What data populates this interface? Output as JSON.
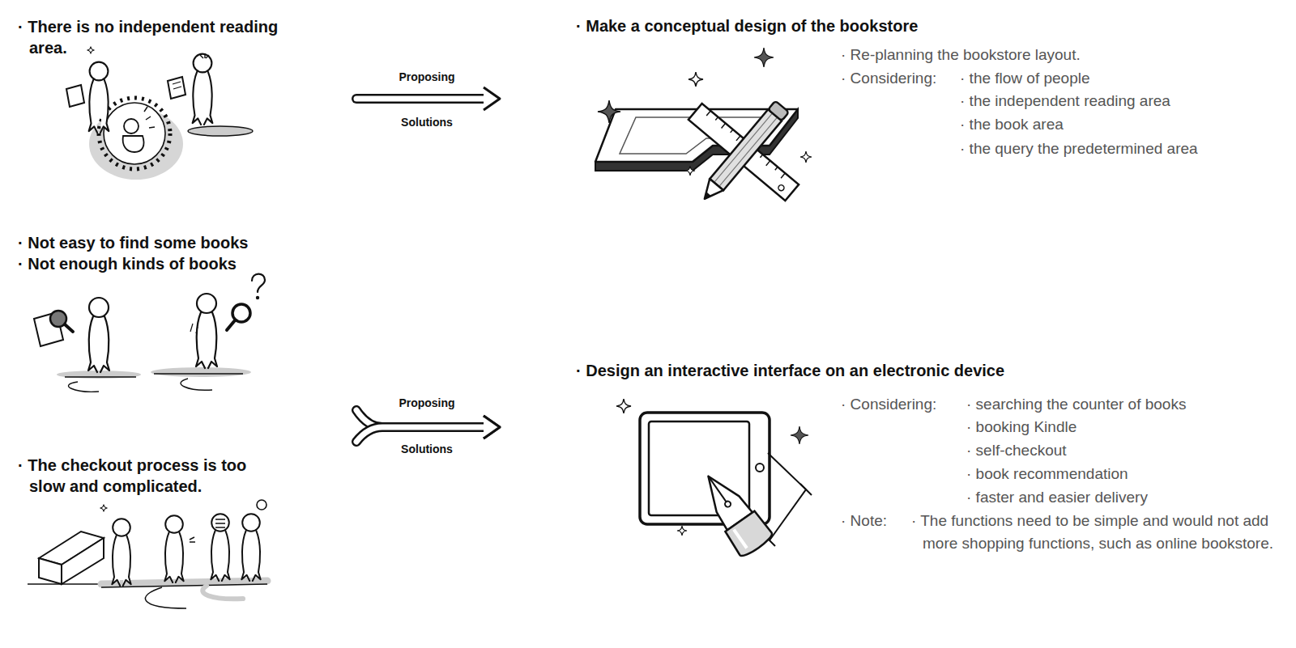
{
  "diagram": {
    "nodes": [
      {
        "text": [
          "· There is no independent reading area."
        ]
      },
      {
        "text": [
          "· Not easy to find some books",
          "· Not enough kinds of books"
        ]
      },
      {
        "text": [
          "· The checkout process is too slow and complicated."
        ]
      },
      {
        "text": [
          "· Make a conceptual design of the bookstore",
          "· Re-planning the bookstore layout.",
          "· Considering:",
          "· the flow of people",
          "· the independent reading area",
          "· the book area",
          "· the query the predetermined area"
        ]
      },
      {
        "text": [
          "· Design an interactive interface on an electronic device",
          "· Considering:",
          "· searching the counter of books",
          "· booking Kindle",
          "· self-checkout",
          "· book recommendation",
          "· faster and easier delivery",
          "· Note:",
          "· The functions need to be simple and would not add more shopping functions, such as online bookstore."
        ]
      }
    ],
    "edges": [
      {
        "from": 0,
        "to": 3,
        "arrow": "to"
      },
      {
        "from": 1,
        "to": 4,
        "arrow": "to"
      },
      {
        "from": 2,
        "to": 4,
        "arrow": "to"
      }
    ],
    "labels": [
      "Proposing",
      "Solutions",
      "Proposing",
      "Solutions"
    ]
  }
}
